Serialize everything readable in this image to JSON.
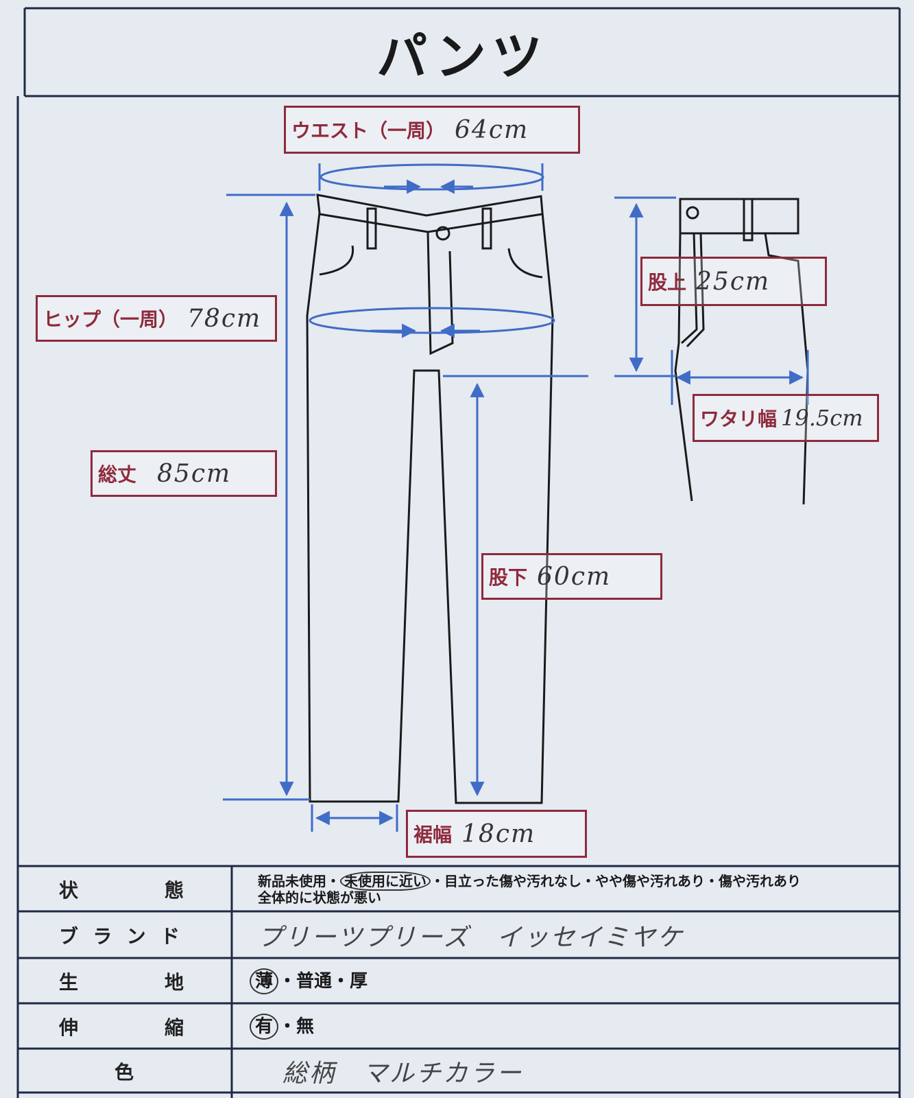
{
  "title": "パンツ",
  "measurements": {
    "waist": {
      "label": "ウエスト（一周）",
      "value": "64cm"
    },
    "hip": {
      "label": "ヒップ（一周）",
      "value": "78cm"
    },
    "total_length": {
      "label": "総丈",
      "value": "85cm"
    },
    "rise": {
      "label": "股上",
      "value": "25cm"
    },
    "thigh": {
      "label": "ワタリ幅",
      "value": "19.5cm"
    },
    "inseam": {
      "label": "股下",
      "value": "60cm"
    },
    "hem": {
      "label": "裾幅",
      "value": "18cm"
    }
  },
  "table": {
    "condition": {
      "label_a": "状",
      "label_b": "態",
      "opt_new": "新品未使用",
      "opt_near_new": "未使用に近い",
      "opt_rest_1": "・目立った傷や汚れなし・やや傷や汚れあり・傷や汚れあり",
      "opt_rest_2": "全体的に状態が悪い",
      "sep": "・"
    },
    "brand": {
      "label": [
        "ブ",
        "ラ",
        "ン",
        "ド"
      ],
      "value": "プリーツプリーズ　イッセイミヤケ"
    },
    "fabric": {
      "label_a": "生",
      "label_b": "地",
      "opt_thin": "薄",
      "opt_rest": "・普通・厚"
    },
    "stretch": {
      "label_a": "伸",
      "label_b": "縮",
      "opt_yes": "有",
      "opt_rest": "・無"
    },
    "color": {
      "label": "色",
      "value": "総柄　マルチカラー"
    }
  },
  "colors": {
    "frame": "#1e2a44",
    "arrow": "#3f6cc6",
    "label_box": "#8e2a3c",
    "background": "#e6eaf1"
  }
}
